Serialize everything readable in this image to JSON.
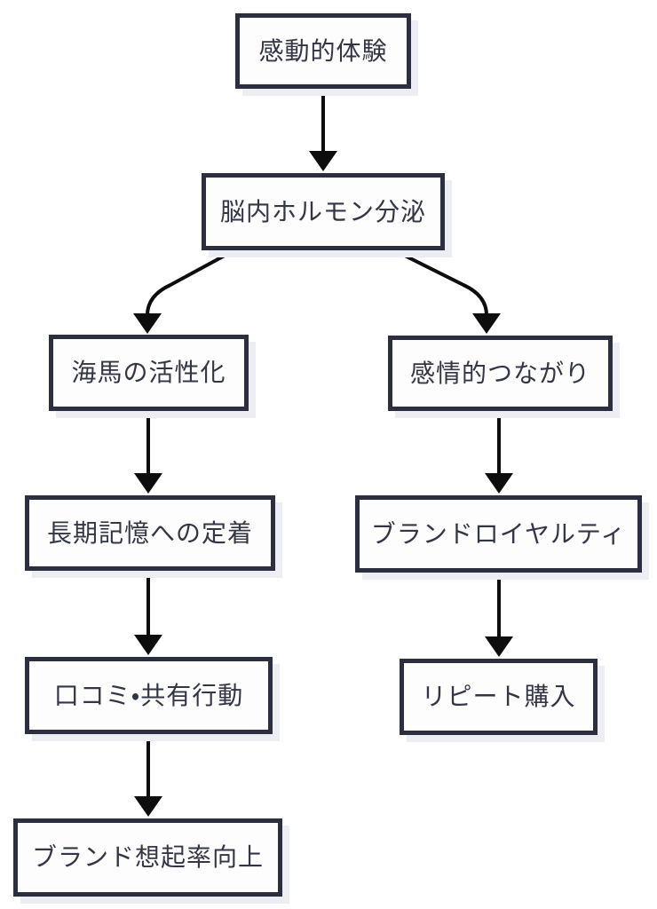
{
  "diagram": {
    "type": "flowchart",
    "direction": "top-down",
    "nodes": [
      {
        "id": "emotional-experience",
        "label": "感動的体験"
      },
      {
        "id": "brain-hormone-secretion",
        "label": "脳内ホルモン分泌"
      },
      {
        "id": "hippocampus-activation",
        "label": "海馬の活性化"
      },
      {
        "id": "emotional-connection",
        "label": "感情的つながり"
      },
      {
        "id": "long-term-memory-retention",
        "label": "長期記憶への定着"
      },
      {
        "id": "brand-loyalty",
        "label": "ブランドロイヤルティ"
      },
      {
        "id": "word-of-mouth-sharing",
        "label": "口コミ・共有行動"
      },
      {
        "id": "repeat-purchase",
        "label": "リピート購入"
      },
      {
        "id": "brand-recall-improvement",
        "label": "ブランド想起率向上"
      }
    ],
    "edges": [
      {
        "from": "emotional-experience",
        "to": "brain-hormone-secretion"
      },
      {
        "from": "brain-hormone-secretion",
        "to": "hippocampus-activation"
      },
      {
        "from": "brain-hormone-secretion",
        "to": "emotional-connection"
      },
      {
        "from": "hippocampus-activation",
        "to": "long-term-memory-retention"
      },
      {
        "from": "emotional-connection",
        "to": "brand-loyalty"
      },
      {
        "from": "long-term-memory-retention",
        "to": "word-of-mouth-sharing"
      },
      {
        "from": "brand-loyalty",
        "to": "repeat-purchase"
      },
      {
        "from": "word-of-mouth-sharing",
        "to": "brand-recall-improvement"
      }
    ],
    "colors": {
      "background": "#ffffff",
      "box_fill": "#fdfdfe",
      "border": "#2b2f40",
      "text": "#333645",
      "arrow": "#0d0d0d",
      "shadow": "#edeef4"
    }
  }
}
